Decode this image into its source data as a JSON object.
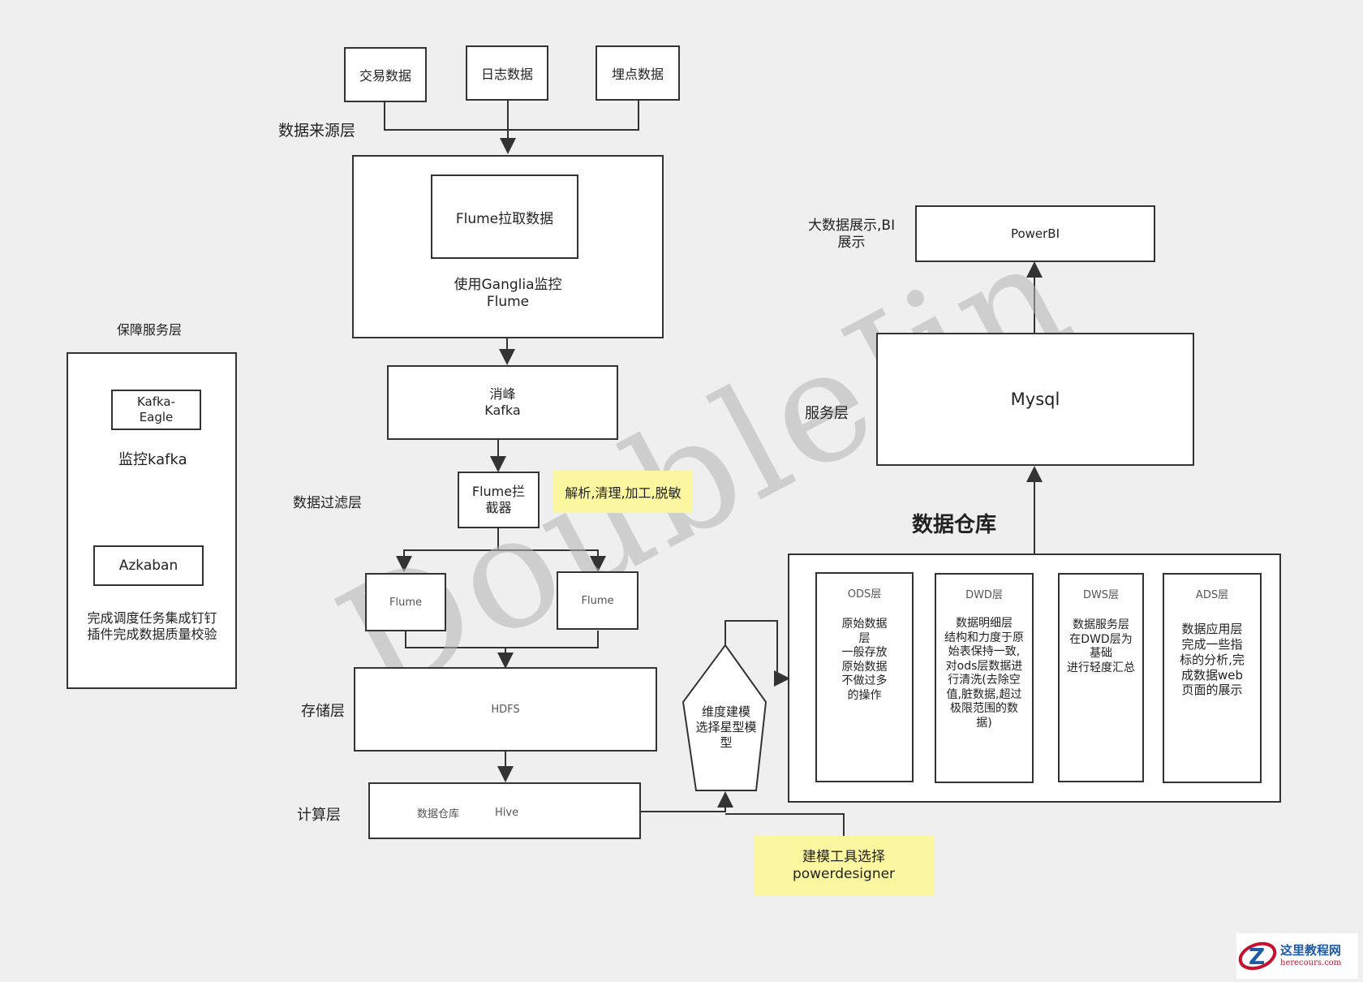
{
  "layers": {
    "source": "数据来源层",
    "filter": "数据过滤层",
    "storage": "存储层",
    "compute": "计算层",
    "guarantee": "保障服务层",
    "service": "服务层",
    "bigdata_display_line1": "大数据展示,BI",
    "bigdata_display_line2": "展示",
    "warehouse_title": "数据仓库"
  },
  "sources": [
    "交易数据",
    "日志数据",
    "埋点数据"
  ],
  "flume_collect": {
    "inner": "Flume拉取数据",
    "caption_line1": "使用Ganglia监控",
    "caption_line2": "Flume"
  },
  "kafka": {
    "line1": "消峰",
    "line2": "Kafka"
  },
  "interceptor": {
    "line1": "Flume拦",
    "line2": "截器"
  },
  "interceptor_note": "解析,清理,加工,脱敏",
  "flume_left": "Flume",
  "flume_right": "Flume",
  "hdfs": "HDFS",
  "hive": {
    "label": "数据仓库",
    "name": "Hive"
  },
  "modeling": {
    "line1": "维度建模",
    "line2": "选择星型模",
    "line3": "型"
  },
  "modeling_tool": {
    "line1": "建模工具选择",
    "line2": "powerdesigner"
  },
  "guarantee": {
    "kafka_eagle_line1": "Kafka-",
    "kafka_eagle_line2": "Eagle",
    "monitor": "监控kafka",
    "azkaban": "Azkaban",
    "desc_line1": "完成调度任务集成钉钉",
    "desc_line2": "插件完成数据质量校验"
  },
  "mysql": "Mysql",
  "powerbi": "PowerBI",
  "warehouse_layers": [
    {
      "title": "ODS层",
      "lines": [
        "原始数据",
        "层",
        "一般存放",
        "原始数据",
        "不做过多",
        "的操作"
      ]
    },
    {
      "title": "DWD层",
      "lines": [
        "数据明细层",
        "结构和力度于原",
        "始表保持一致,",
        "对ods层数据进",
        "行清洗(去除空",
        "值,脏数据,超过",
        "极限范围的数",
        "据)"
      ]
    },
    {
      "title": "DWS层",
      "lines": [
        "数据服务层",
        "在DWD层为",
        "基础",
        "进行轻度汇总"
      ]
    },
    {
      "title": "ADS层",
      "lines": [
        "数据应用层",
        "完成一些指",
        "标的分析,完",
        "成数据web",
        "页面的展示"
      ]
    }
  ],
  "watermark": "DoubleJin",
  "site_logo": {
    "name": "这里教程网",
    "domain": "herecours.com"
  },
  "colors": {
    "note": "#fbf7a0",
    "background": "#efefef",
    "border": "#333333",
    "logo_red": "#c8102e",
    "logo_blue": "#1e5aa8"
  }
}
